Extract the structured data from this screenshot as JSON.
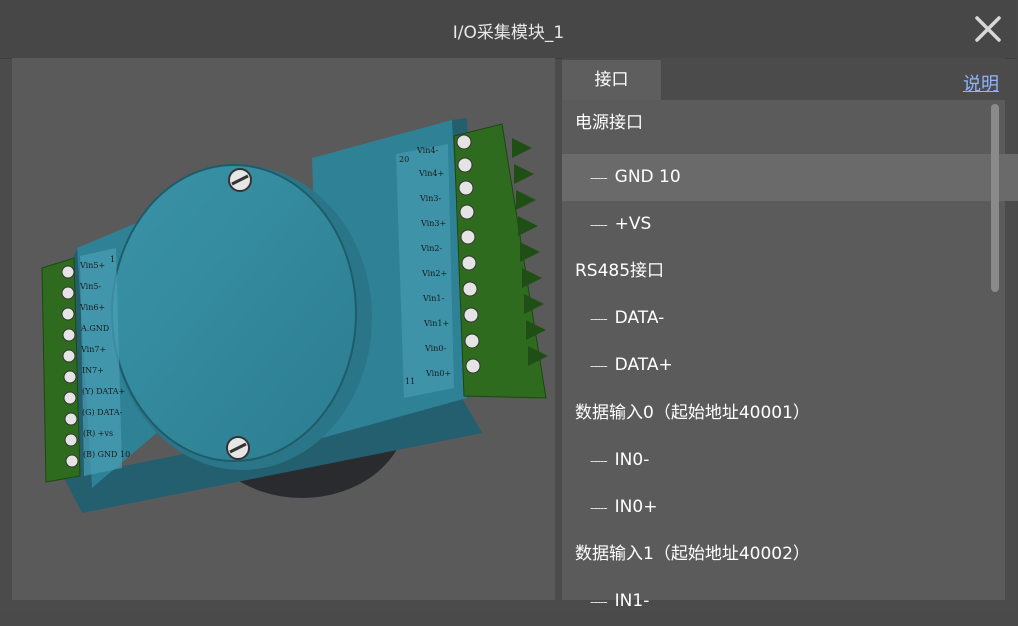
{
  "window": {
    "title": "I/O采集模块_1"
  },
  "tabs": [
    {
      "label": "接口"
    }
  ],
  "help_link": "说明",
  "list": [
    {
      "type": "section",
      "label": "电源接口"
    },
    {
      "type": "leaf",
      "label": "GND 10",
      "selected": true
    },
    {
      "type": "leaf",
      "label": "+VS"
    },
    {
      "type": "section",
      "label": "RS485接口"
    },
    {
      "type": "leaf",
      "label": "DATA-"
    },
    {
      "type": "leaf",
      "label": "DATA+"
    },
    {
      "type": "section",
      "label": "数据输入0（起始地址40001）"
    },
    {
      "type": "leaf",
      "label": "IN0-"
    },
    {
      "type": "leaf",
      "label": "IN0+"
    },
    {
      "type": "section",
      "label": "数据输入1（起始地址40002）"
    },
    {
      "type": "leaf",
      "label": "IN1-"
    }
  ],
  "device": {
    "left_labels": [
      "Vin5+",
      "Vin5-",
      "Vin6+",
      "A.GND",
      "Vin7+",
      "IN7+",
      "(Y) DATA+",
      "(G) DATA-",
      "(R) +vs",
      "(B) GND 10"
    ],
    "left_number": "1",
    "right_labels": [
      "Vin4-",
      "Vin4+",
      "Vin3-",
      "Vin3+",
      "Vin2-",
      "Vin2+",
      "Vin1-",
      "Vin1+",
      "Vin0-",
      "Vin0+"
    ],
    "right_top_number": "20",
    "right_bottom_number": "11"
  },
  "colors": {
    "body": "#2e7f93",
    "terminal": "#2f6b1f",
    "background": "#5a5a5a",
    "selected_row": "#6a6a6a",
    "link": "#8fb5ff"
  }
}
